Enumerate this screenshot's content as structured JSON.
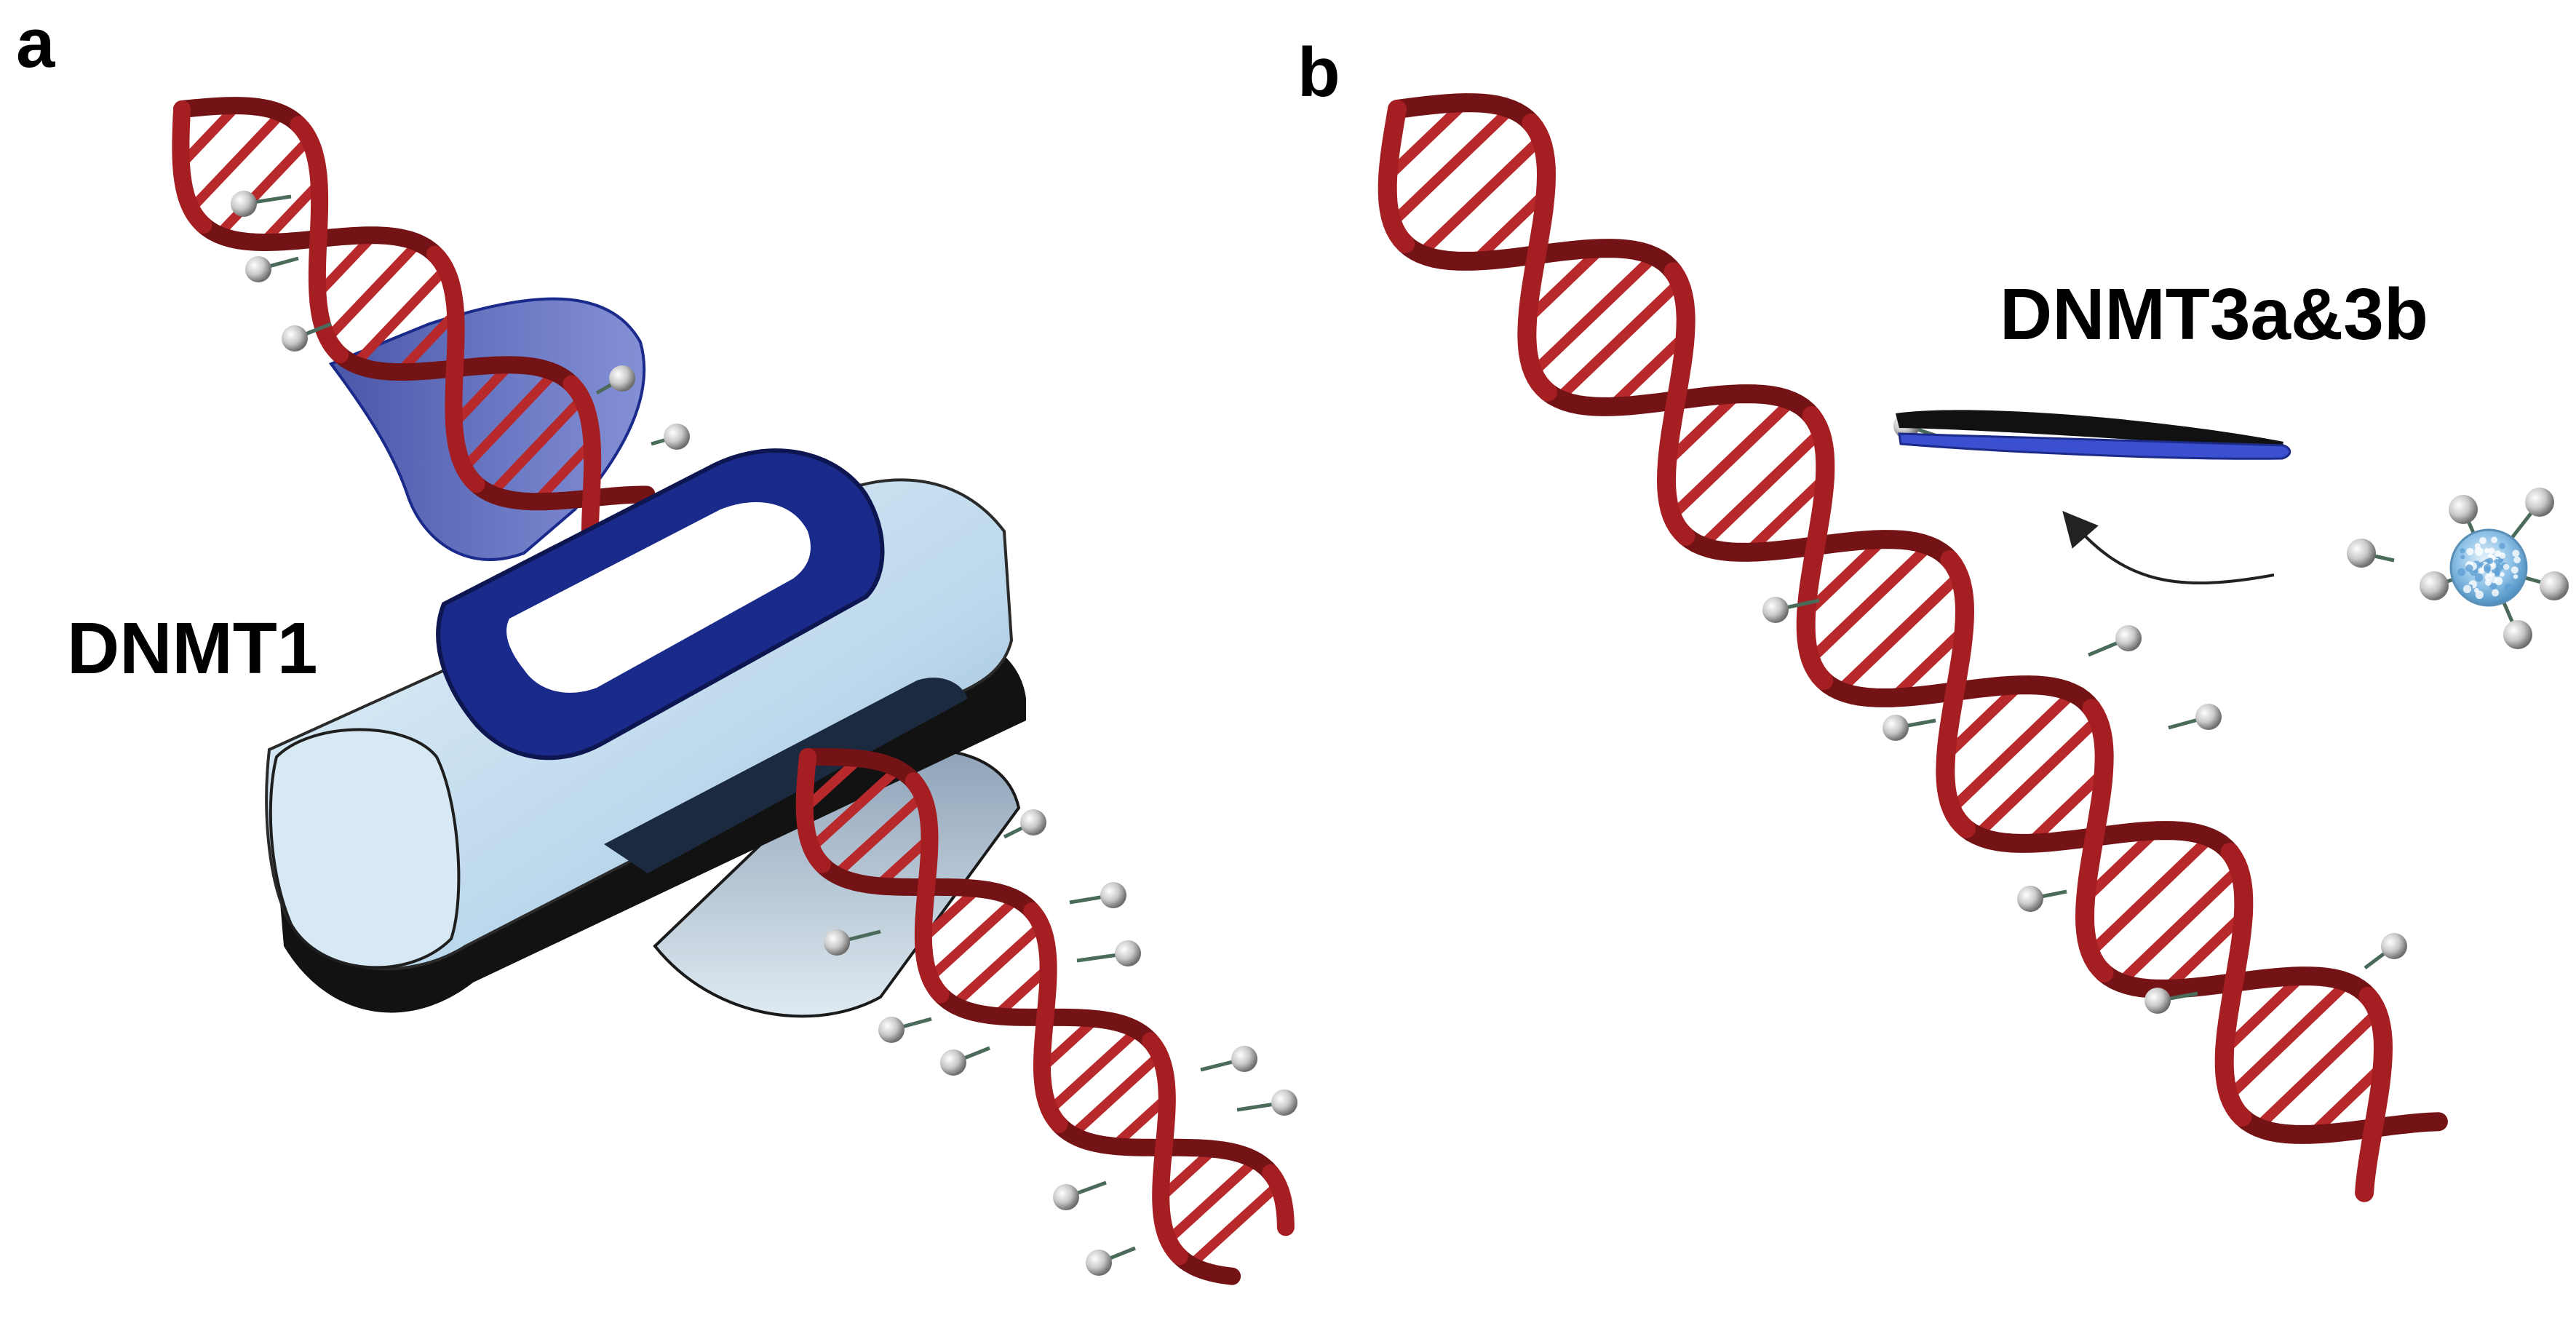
{
  "panel_a": {
    "letter": "a",
    "enzyme_label": "DNMT1"
  },
  "panel_b": {
    "letter": "b",
    "enzyme_label": "DNMT3a&3b"
  },
  "colors": {
    "dna_strand": "#a51e22",
    "dna_strand_dark": "#741316",
    "dna_rung": "#b8292c",
    "printer_body": "#cde3f1",
    "printer_frame": "#1a2a8a",
    "printer_dark": "#101010",
    "tweezers_blue": "#3a50d0",
    "methyl_sphere": "#c8c8c8",
    "methyl_donor": "#8cc0e6",
    "label_text": "#000000"
  },
  "icons": [
    "dna-double-helix",
    "printer",
    "tweezers",
    "methyl-group",
    "methyl-donor",
    "arrow"
  ]
}
